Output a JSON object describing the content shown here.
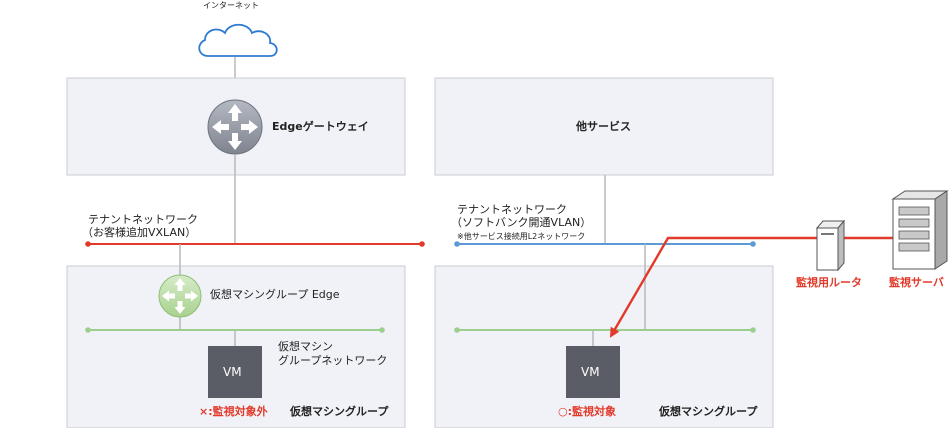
{
  "internet": {
    "label": "インターネット"
  },
  "edge_gateway": {
    "label": "Edgeゲートウェイ"
  },
  "other_services": {
    "label": "他サービス"
  },
  "tenant_network_left": {
    "line1": "テナントネットワーク",
    "line2": "（お客様追加VXLAN）"
  },
  "tenant_network_right": {
    "line1": "テナントネットワーク",
    "line2": "（ソフトバンク開通VLAN）",
    "note": "※他サービス接続用L2ネットワーク"
  },
  "vm_group_left": {
    "edge_label": "仮想マシングループ Edge",
    "network_line1": "仮想マシン",
    "network_line2": "グループネットワーク",
    "vm_label": "VM",
    "status": "×:監視対象外",
    "group_label": "仮想マシングループ"
  },
  "vm_group_right": {
    "vm_label": "VM",
    "status": "○:監視対象",
    "group_label": "仮想マシングループ"
  },
  "monitor_router": {
    "label": "監視用ルータ"
  },
  "monitor_server": {
    "label": "監視サーバ"
  },
  "colors": {
    "red": "#e23a2a",
    "blue": "#5b9bd5",
    "green": "#9ccf8e",
    "box": "#f1f2f7",
    "vm": "#5a5d66"
  }
}
